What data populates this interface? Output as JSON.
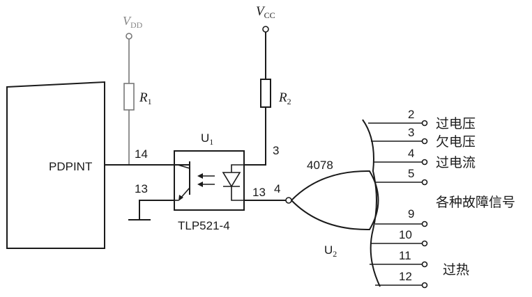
{
  "supplies": {
    "vdd": {
      "main": "V",
      "sub": "DD"
    },
    "vcc": {
      "main": "V",
      "sub": "CC"
    }
  },
  "resistors": {
    "r1": {
      "main": "R",
      "sub": "1"
    },
    "r2": {
      "main": "R",
      "sub": "2"
    }
  },
  "controller": {
    "label": "PDPINT"
  },
  "optocoupler": {
    "ref_main": "U",
    "ref_sub": "1",
    "part": "TLP521-4",
    "pins": {
      "p14": "14",
      "p13_left": "13",
      "p3": "3",
      "p13_right": "13"
    }
  },
  "gate": {
    "part": "4078",
    "ref_main": "U",
    "ref_sub": "2",
    "output_pin": "4"
  },
  "inputs": [
    {
      "pin": "2",
      "label": "过电压"
    },
    {
      "pin": "3",
      "label": "欠电压"
    },
    {
      "pin": "4",
      "label": "过电流"
    },
    {
      "pin": "5",
      "label": ""
    },
    {
      "pin": "9",
      "label": ""
    },
    {
      "pin": "10",
      "label": ""
    },
    {
      "pin": "11",
      "label": ""
    },
    {
      "pin": "12",
      "label": "过热"
    }
  ],
  "group_label": "各种故障信号"
}
